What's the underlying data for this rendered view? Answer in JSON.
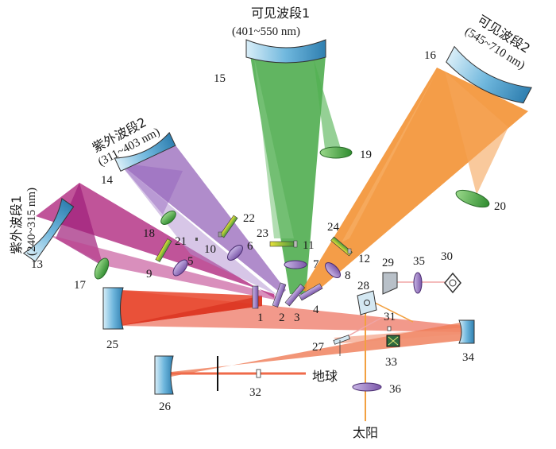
{
  "spectrometers": {
    "uv1": {
      "name": "紫外波段1",
      "range": "(240~315 nm)"
    },
    "uv2": {
      "name": "紫外波段2",
      "range": "(311~403 nm)"
    },
    "vis1": {
      "name": "可见波段1",
      "range": "(401~550 nm)"
    },
    "vis2": {
      "name": "可见波段2",
      "range": "(545~710 nm)"
    }
  },
  "labels": {
    "earth": "地球",
    "sun": "太阳"
  },
  "numbers": [
    "1",
    "2",
    "3",
    "4",
    "5",
    "6",
    "7",
    "8",
    "9",
    "10",
    "11",
    "12",
    "13",
    "14",
    "15",
    "16",
    "17",
    "18",
    "19",
    "20",
    "21",
    "22",
    "23",
    "24",
    "25",
    "26",
    "27",
    "28",
    "29",
    "30",
    "31",
    "32",
    "33",
    "34",
    "35",
    "36"
  ],
  "colors": {
    "red": "#e8452b",
    "magenta": "#b0297f",
    "purple": "#8e5bb5",
    "green": "#3aa33a",
    "orange": "#f28c28",
    "mirror": "#5aaed6",
    "lens": "#9b78c4"
  }
}
